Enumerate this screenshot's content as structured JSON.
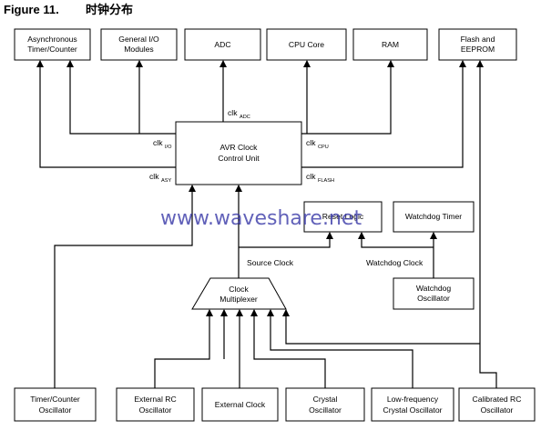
{
  "figure": {
    "label": "Figure 11.",
    "caption": "时钟分布"
  },
  "watermark": "www.waveshare.net",
  "blocks": {
    "async_timer": [
      "Asynchronous",
      "Timer/Counter"
    ],
    "gpio": [
      "General I/O",
      "Modules"
    ],
    "adc": [
      "ADC"
    ],
    "cpu_core": [
      "CPU Core"
    ],
    "ram": [
      "RAM"
    ],
    "flash_eeprom": [
      "Flash and",
      "EEPROM"
    ],
    "avr_clock": [
      "AVR Clock",
      "Control Unit"
    ],
    "reset_logic": [
      "Reset Logic"
    ],
    "watchdog_timer": [
      "Watchdog  Timer"
    ],
    "watchdog_osc": [
      "Watchdog",
      "Oscillator"
    ],
    "clock_mux": [
      "Clock",
      "Multiplexer"
    ],
    "timer_osc": [
      "Timer/Counter",
      "Oscillator"
    ],
    "ext_rc_osc": [
      "External RC",
      "Oscillator"
    ],
    "ext_clock": [
      "External Clock"
    ],
    "crystal_osc": [
      "Crystal",
      "Oscillator"
    ],
    "lf_crystal_osc": [
      "Low-frequency",
      "Crystal Oscillator"
    ],
    "cal_rc_osc": [
      "Calibrated RC",
      "Oscillator"
    ]
  },
  "clock_labels": {
    "adc": {
      "main": "clk",
      "sub": "ADC"
    },
    "io": {
      "main": "clk",
      "sub": "I/O"
    },
    "cpu": {
      "main": "clk",
      "sub": "CPU"
    },
    "asy": {
      "main": "clk",
      "sub": "ASY"
    },
    "flash": {
      "main": "clk",
      "sub": "FLASH"
    }
  },
  "signals": {
    "source_clock": "Source Clock",
    "watchdog_clock": "Watchdog Clock"
  },
  "colors": {
    "line": "#000000",
    "watermark": "#3a3aa8",
    "background": "#ffffff"
  }
}
